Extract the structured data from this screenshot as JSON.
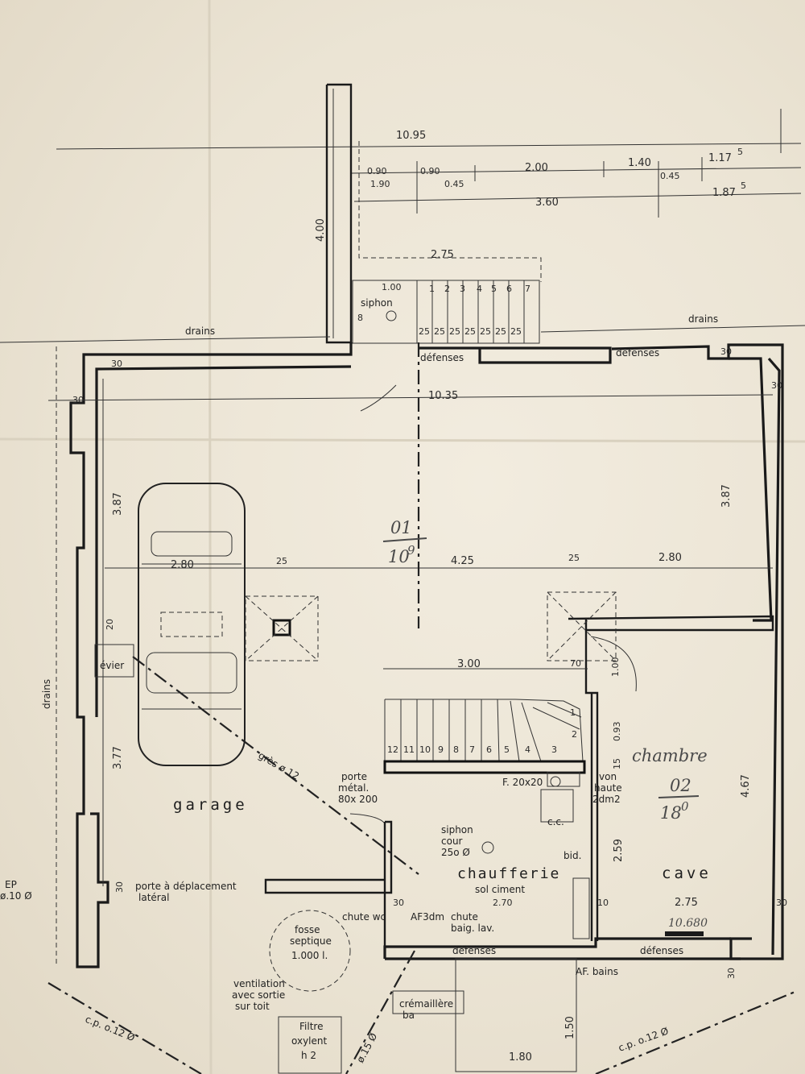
{
  "dimensions": {
    "total_width": "10.95",
    "d_0_90_a": "0.90",
    "d_1_90": "1.90",
    "d_0_90_b": "0.90",
    "d_0_45_a": "0.45",
    "d_2_00": "2.00",
    "d_1_40": "1.40",
    "d_0_45_b": "0.45",
    "d_1_175": "1.17",
    "d_3_60": "3.60",
    "d_1_875": "1.87",
    "sup_5": "5",
    "d_4_00": "4.00",
    "d_2_75_top": "2.75",
    "d_1_00_top": "1.00",
    "d_10_35": "10.35",
    "d_3_875_left": "3.87",
    "d_3_875_right": "3.87",
    "d_2_80_left": "2.80",
    "d_25_a": "25",
    "d_4_25": "4.25",
    "d_25_b": "25",
    "d_2_80_right": "2.80",
    "d_20": "20",
    "d_3_00": "3.00",
    "d_70": "70",
    "d_1_00_mid": "1.00",
    "d_0_93": "0.93",
    "d_15": "15",
    "d_4_675": "4.67",
    "d_3_775": "3.77",
    "d_2_59": "2.59",
    "d_2_70": "2.70",
    "d_2_75_bottom": "2.75",
    "d_1_50": "1.50",
    "d_1_80": "1.80",
    "d_30": "30",
    "d_10": "10",
    "d_8": "8"
  },
  "stairs_top": {
    "numbers": [
      "1",
      "2",
      "3",
      "4",
      "5",
      "6",
      "7"
    ],
    "risers": [
      "25",
      "25",
      "25",
      "25",
      "25",
      "25",
      "25"
    ]
  },
  "stairs_bottom": {
    "numbers": [
      "12",
      "11",
      "10",
      "9",
      "8",
      "7",
      "6",
      "5",
      "4",
      "3"
    ],
    "winders": [
      "1",
      "2"
    ]
  },
  "labels": {
    "drains_top_left": "drains",
    "drains_top_right": "drains",
    "drains_left": "drains",
    "siphon": "siphon",
    "defenses_1": "défenses",
    "defenses_2": "défenses",
    "defenses_3": "défenses",
    "defenses_4": "défenses",
    "evier": "évier",
    "gres": "grès ø.12",
    "porte_metal_1": "porte",
    "porte_metal_2": "métal.",
    "porte_metal_3": "80x 200",
    "f_20x20": "F. 20x20",
    "von_1": "von",
    "von_2": "haute",
    "von_3": "2dm2",
    "cc": "c.c.",
    "siphon_cour_1": "siphon",
    "siphon_cour_2": "cour",
    "siphon_cour_3": "25o Ø",
    "bid": "bid.",
    "chaufferie": "chaufferie",
    "sol_ciment": "sol ciment",
    "porte_dep_1": "porte à déplacement",
    "porte_dep_2": "latéral",
    "ep_1": "EP",
    "ep_2": "ø.10 Ø",
    "fosse_1": "fosse",
    "fosse_2": "septique",
    "fosse_3": "1.000 l.",
    "chute_wc": "chute wc",
    "af3dm": "AF3dm",
    "chute_baig_1": "chute",
    "chute_baig_2": "baig. lav.",
    "af_bains": "AF. bains",
    "ventilation_1": "ventilation",
    "ventilation_2": "avec sortie",
    "ventilation_3": "sur toit",
    "filtre_1": "Filtre",
    "filtre_2": "oxylent",
    "filtre_3": "h 2",
    "cremaillere_1": "crémaillère",
    "cremaillere_2": "ba",
    "cp_left": "c.p. o.12 Ø",
    "cp_right": "c.p. o.12 Ø",
    "a15": "ø.15 Ø"
  },
  "rooms": {
    "garage": "garage",
    "cave": "cave",
    "chambre": "chambre",
    "room01_num": "01",
    "room01_area": "10",
    "room01_sup": "9",
    "room02_num": "02",
    "room02_area": "18",
    "room02_sup": "0",
    "handwritten_total": "10.680"
  }
}
